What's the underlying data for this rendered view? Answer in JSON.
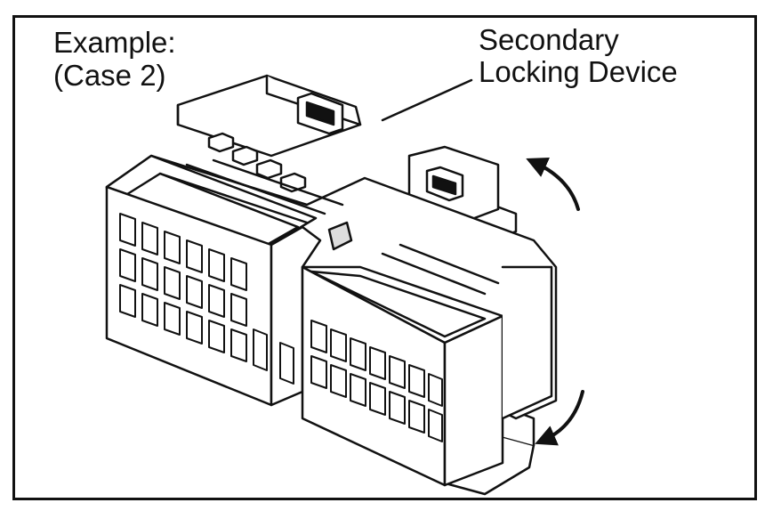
{
  "labels": {
    "example": "Example:",
    "case": "(Case 2)",
    "secondary": "Secondary",
    "locking": "Locking Device"
  }
}
